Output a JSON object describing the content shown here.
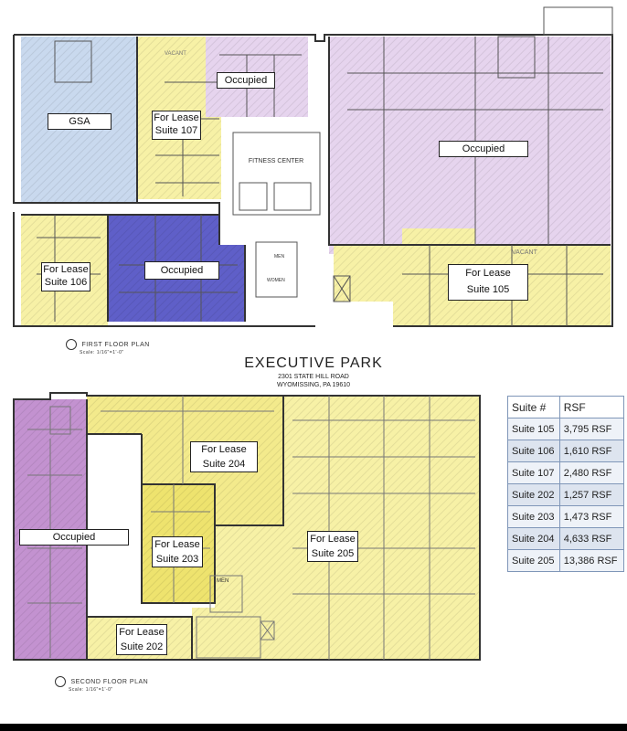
{
  "labels": {
    "gsa": "GSA",
    "for_lease": "For Lease",
    "suite_107": "Suite 107",
    "suite_106": "Suite 106",
    "suite_105": "Suite 105",
    "suite_204": "Suite 204",
    "suite_203": "Suite 203",
    "suite_205": "Suite 205",
    "suite_202": "Suite 202",
    "occupied": "Occupied",
    "vacant": "VACANT",
    "fitness_center": "FITNESS CENTER",
    "men": "MEN",
    "women": "WOMEN"
  },
  "first_floor": {
    "caption": "FIRST FLOOR PLAN",
    "scale": "Scale: 1/16\"=1'-0\""
  },
  "second_floor": {
    "caption": "SECOND FLOOR PLAN",
    "scale": "Scale: 1/16\"=1'-0\""
  },
  "building": {
    "name": "EXECUTIVE PARK",
    "address1": "2301 STATE HILL ROAD",
    "address2": "WYOMISSING, PA 19610"
  },
  "rsf_table": {
    "col_suite": "Suite #",
    "col_rsf": "RSF",
    "rows": [
      {
        "suite": "Suite 105",
        "rsf": "3,795 RSF"
      },
      {
        "suite": "Suite 106",
        "rsf": "1,610 RSF"
      },
      {
        "suite": "Suite 107",
        "rsf": "2,480 RSF"
      },
      {
        "suite": "Suite 202",
        "rsf": "1,257 RSF"
      },
      {
        "suite": "Suite 203",
        "rsf": "1,473 RSF"
      },
      {
        "suite": "Suite 204",
        "rsf": "4,633 RSF"
      },
      {
        "suite": "Suite 205",
        "rsf": "13,386 RSF"
      }
    ]
  },
  "colors": {
    "gsa": "#c9d9ee",
    "vacant_yellow": "#f7f1a6",
    "occupied_lavender": "#e6d4ee",
    "occupied_blue": "#5f5fc8",
    "occupied_purple": "#c392d0",
    "wall": "#333333"
  }
}
